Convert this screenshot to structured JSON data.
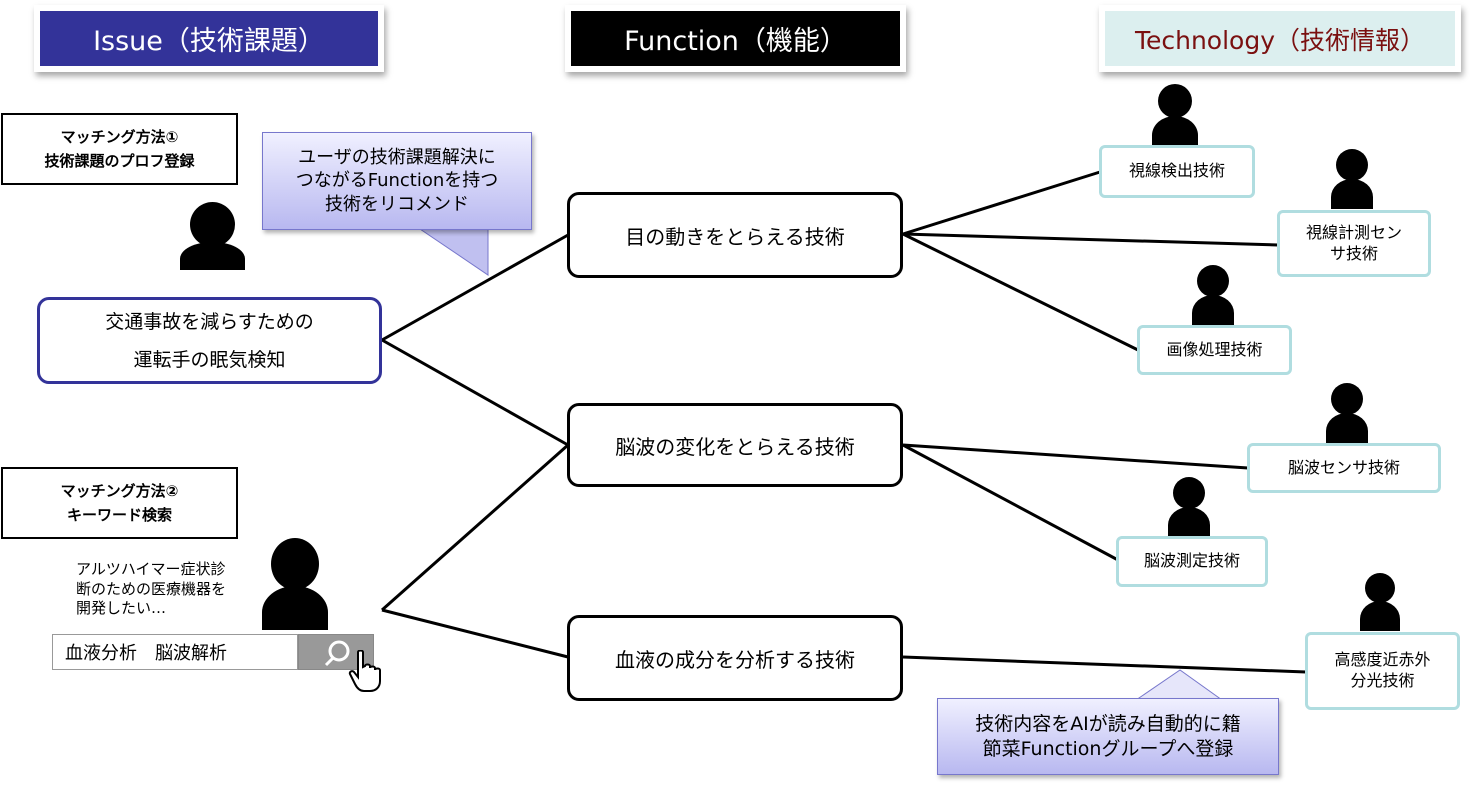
{
  "headers": {
    "issue": "Issue（技術課題）",
    "function": "Function（機能）",
    "technology": "Technology（技術情報）"
  },
  "method1": {
    "line1": "マッチング方法①",
    "line2": "技術課題のプロフ登録"
  },
  "method2": {
    "line1": "マッチング方法②",
    "line2": "キーワード検索"
  },
  "callout_recommend": {
    "line1": "ユーザの技術課題解決に",
    "line2": "つながるFunctionを持つ",
    "line3": "技術をリコメンド"
  },
  "callout_ai": {
    "line1": "技術内容をAIが読み自動的に籍",
    "line2": "節菜Functionグループへ登録"
  },
  "issue_box": {
    "line1": "交通事故を減らすための",
    "line2": "運転手の眠気検知"
  },
  "query": {
    "line1": "アルツハイマー症状診",
    "line2": "断のための医療機器を",
    "line3": "開発したい…"
  },
  "search": {
    "value": "血液分析　脳波解析"
  },
  "functions": {
    "eye": "目の動きをとらえる技術",
    "brainwave": "脳波の変化をとらえる技術",
    "blood": "血液の成分を分析する技術"
  },
  "techs": {
    "gaze_detect": "視線検出技術",
    "gaze_sensor_1": "視線計測セン",
    "gaze_sensor_2": "サ技術",
    "image_proc": "画像処理技術",
    "eeg_sensor": "脳波センサ技術",
    "eeg_measure": "脳波測定技術",
    "nir_1": "高感度近赤外",
    "nir_2": "分光技術"
  },
  "colors": {
    "issue_header": "#333399",
    "function_header": "#000000",
    "technology_header": "#dcefef",
    "technology_text": "#7a1010",
    "tech_border": "#b0dde0"
  }
}
